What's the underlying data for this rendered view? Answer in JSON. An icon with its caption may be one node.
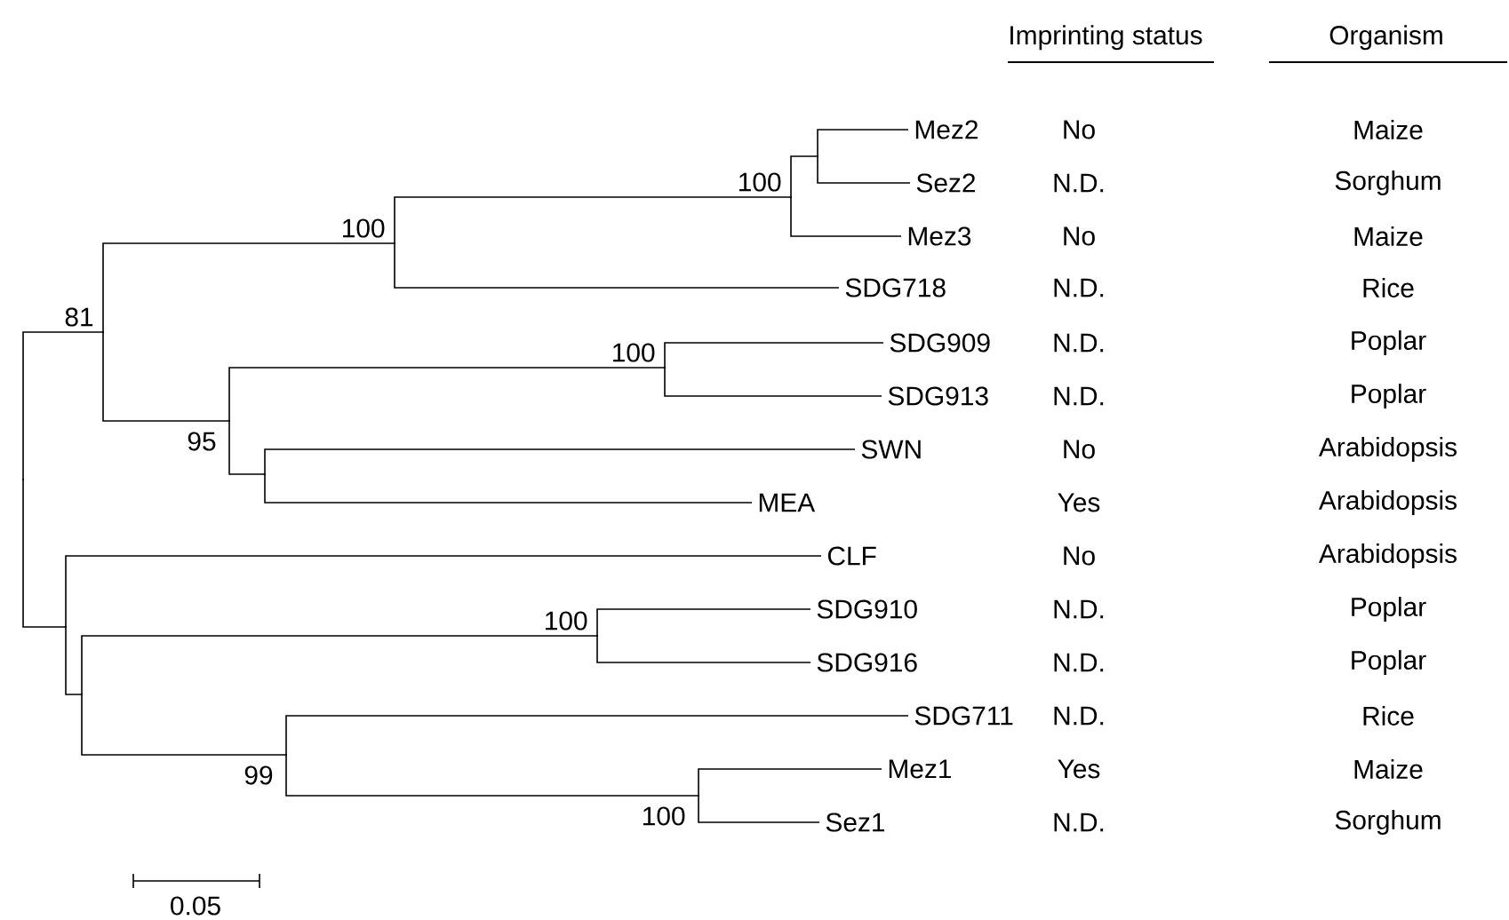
{
  "diagram": {
    "nodes": [
      {
        "text": [
          "Mez2"
        ]
      },
      {
        "text": [
          "Sez2"
        ]
      },
      {
        "text": [
          "Mez3"
        ]
      },
      {
        "text": [
          "SDG718"
        ]
      },
      {
        "text": [
          "SDG909"
        ]
      },
      {
        "text": [
          "SDG913"
        ]
      },
      {
        "text": [
          "SWN"
        ]
      },
      {
        "text": [
          "MEA"
        ]
      },
      {
        "text": [
          "CLF"
        ]
      },
      {
        "text": [
          "SDG910"
        ]
      },
      {
        "text": [
          "SDG916"
        ]
      },
      {
        "text": [
          "SDG711"
        ]
      },
      {
        "text": [
          "Mez1"
        ]
      },
      {
        "text": [
          "Sez1"
        ]
      },
      {
        "text": [],
        "shape": "point"
      },
      {
        "text": [],
        "shape": "point",
        "beside": [
          "100"
        ]
      },
      {
        "text": [],
        "shape": "point",
        "beside": [
          "100"
        ]
      },
      {
        "text": [],
        "shape": "point",
        "beside": [
          "100"
        ]
      },
      {
        "text": [],
        "shape": "point"
      },
      {
        "text": [],
        "shape": "point",
        "beside": [
          "95"
        ]
      },
      {
        "text": [],
        "shape": "point",
        "beside": [
          "81"
        ]
      },
      {
        "text": [],
        "shape": "point",
        "beside": [
          "100"
        ]
      },
      {
        "text": [],
        "shape": "point",
        "beside": [
          "100"
        ]
      },
      {
        "text": [],
        "shape": "point",
        "beside": [
          "99"
        ]
      },
      {
        "text": [],
        "shape": "point"
      },
      {
        "text": [],
        "shape": "point"
      },
      {
        "text": [],
        "shape": "point"
      }
    ],
    "edges": [
      {
        "from": 14,
        "to": 0,
        "arrow": "none"
      },
      {
        "from": 14,
        "to": 1,
        "arrow": "none"
      },
      {
        "from": 15,
        "to": 14,
        "arrow": "none"
      },
      {
        "from": 15,
        "to": 2,
        "arrow": "none"
      },
      {
        "from": 16,
        "to": 15,
        "arrow": "none"
      },
      {
        "from": 16,
        "to": 3,
        "arrow": "none"
      },
      {
        "from": 17,
        "to": 4,
        "arrow": "none"
      },
      {
        "from": 17,
        "to": 5,
        "arrow": "none"
      },
      {
        "from": 18,
        "to": 6,
        "arrow": "none"
      },
      {
        "from": 18,
        "to": 7,
        "arrow": "none"
      },
      {
        "from": 19,
        "to": 17,
        "arrow": "none"
      },
      {
        "from": 19,
        "to": 18,
        "arrow": "none"
      },
      {
        "from": 20,
        "to": 16,
        "arrow": "none"
      },
      {
        "from": 20,
        "to": 19,
        "arrow": "none"
      },
      {
        "from": 21,
        "to": 9,
        "arrow": "none"
      },
      {
        "from": 21,
        "to": 10,
        "arrow": "none"
      },
      {
        "from": 22,
        "to": 12,
        "arrow": "none"
      },
      {
        "from": 22,
        "to": 13,
        "arrow": "none"
      },
      {
        "from": 23,
        "to": 11,
        "arrow": "none"
      },
      {
        "from": 23,
        "to": 22,
        "arrow": "none"
      },
      {
        "from": 24,
        "to": 21,
        "arrow": "none"
      },
      {
        "from": 24,
        "to": 23,
        "arrow": "none"
      },
      {
        "from": 25,
        "to": 8,
        "arrow": "none"
      },
      {
        "from": 25,
        "to": 24,
        "arrow": "none"
      },
      {
        "from": 26,
        "to": 20,
        "arrow": "none"
      },
      {
        "from": 26,
        "to": 25,
        "arrow": "none"
      }
    ],
    "labels": [
      "Imprinting status",
      "Organism",
      "No",
      "Maize",
      "N.D.",
      "Sorghum",
      "No",
      "Maize",
      "N.D.",
      "Rice",
      "N.D.",
      "Poplar",
      "N.D.",
      "Poplar",
      "No",
      "Arabidopsis",
      "Yes",
      "Arabidopsis",
      "No",
      "Arabidopsis",
      "N.D.",
      "Poplar",
      "N.D.",
      "Poplar",
      "N.D.",
      "Rice",
      "Yes",
      "Maize",
      "N.D.",
      "Sorghum",
      "0.05"
    ]
  }
}
